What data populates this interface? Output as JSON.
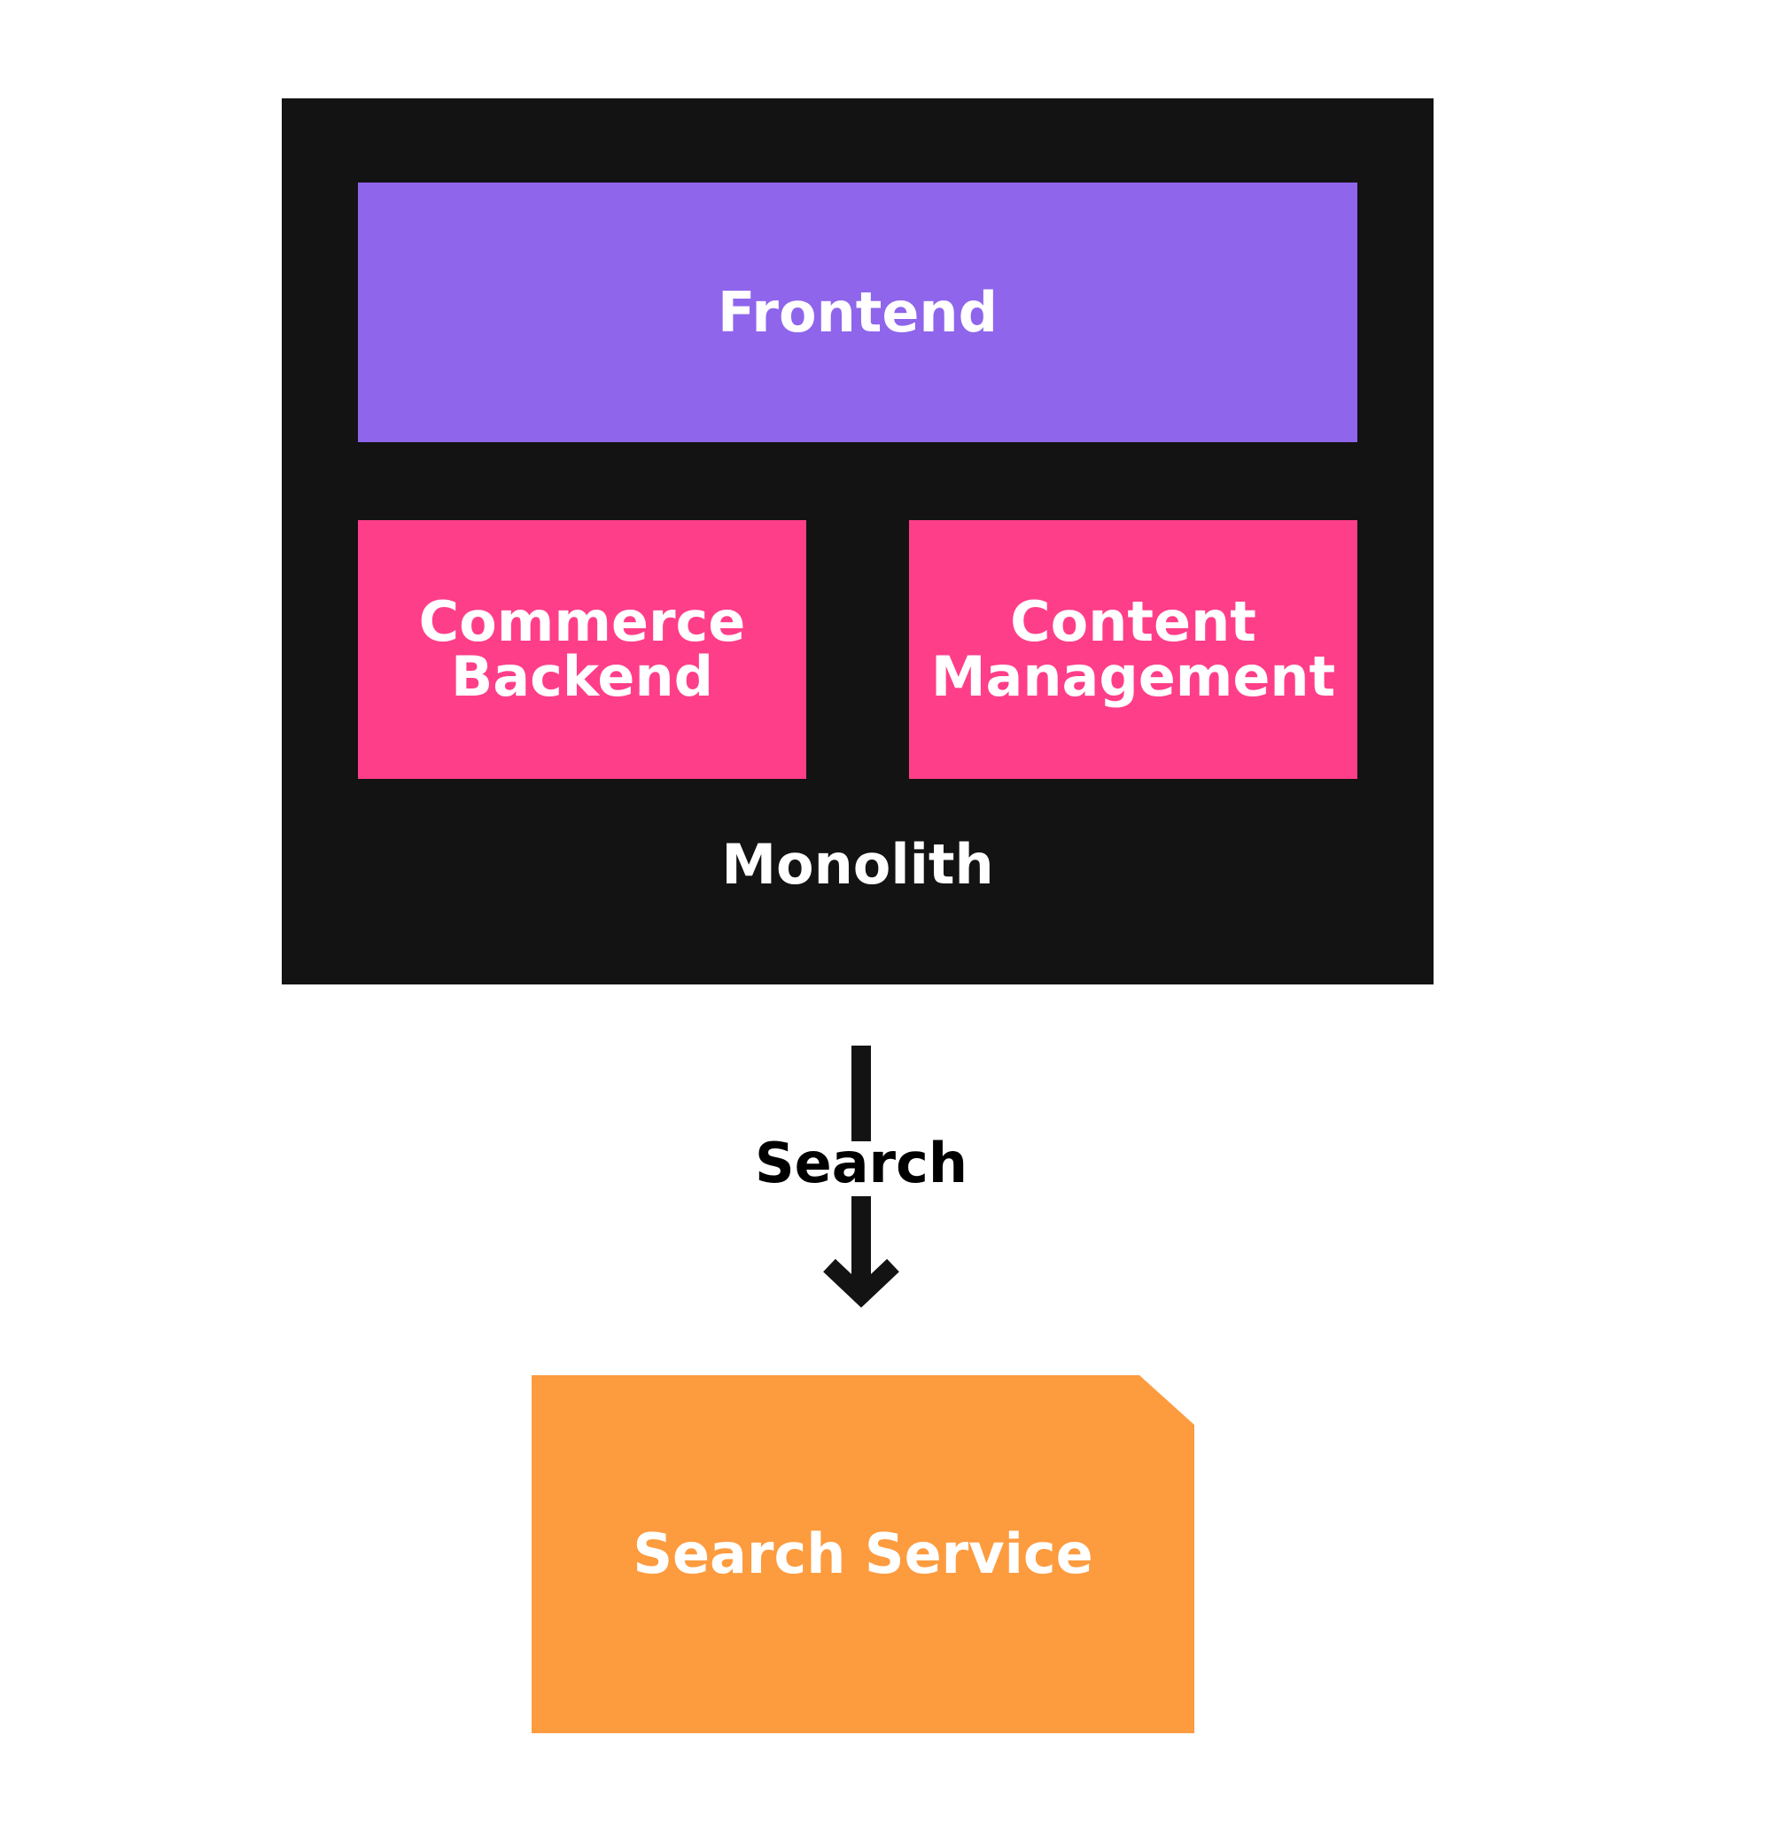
{
  "diagram": {
    "frontend_label": "Frontend",
    "commerce_label": [
      "Commerce",
      "Backend"
    ],
    "content_label": [
      "Content",
      "Management"
    ],
    "monolith_label": "Monolith",
    "arrow_label": "Search",
    "service_label": "Search Service"
  },
  "colors": {
    "monolith": "#131313",
    "frontend": "#8f65eb",
    "backend_modules": "#ff3e89",
    "search_service": "#fd9b3f",
    "arrow": "#131313"
  }
}
